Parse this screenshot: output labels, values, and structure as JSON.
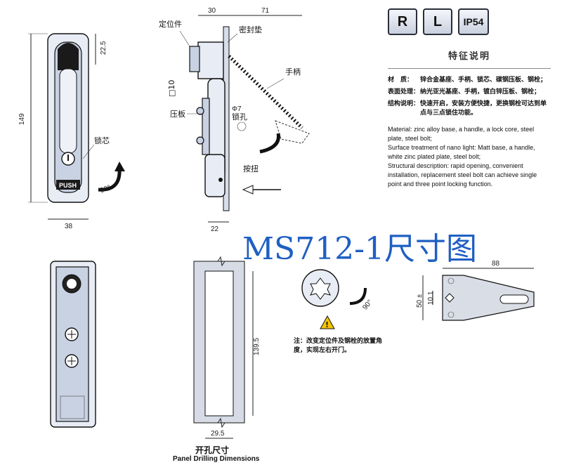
{
  "badges": {
    "r": "R",
    "l": "L",
    "ip": "IP54"
  },
  "features": {
    "title": "特征说明",
    "material_key": "材　质：",
    "material_val": "锌合金基座、手柄、锁芯、碳钢压板、钢栓；",
    "surface_key": "表面处理：",
    "surface_val": "纳光亚光基座、手柄，镀白锌压板、钢栓；",
    "structure_key": "结构说明：",
    "structure_val": "快速开启，安装方便快捷，更换钢栓可达到单点与三点锁住功能。",
    "en_material": "Material: zinc alloy base, a handle, a lock core, steel plate, steel bolt;",
    "en_surface": "Surface treatment of nano light: Matt base, a handle, white zinc plated plate, steel bolt;",
    "en_structure": "Structural description: rapid opening, convenient installation, replacement steel bolt can achieve single point and three point locking function."
  },
  "title": "MS712-1尺寸图",
  "labels": {
    "positioner": "定位件",
    "seal": "密封垫",
    "handle": "手柄",
    "square": "□10",
    "pressure_plate": "压板",
    "hole": "Φ7",
    "hole_cn": "锁孔",
    "lock_core": "锁芯",
    "button": "按扭",
    "push": "PUSH",
    "angle1": "90°",
    "angle2": "90°"
  },
  "dims": {
    "d30": "30",
    "d71": "71",
    "d22_5": "22.5",
    "d149": "149",
    "d38": "38",
    "d22": "22",
    "d139_5": "139.5",
    "d29_5": "29.5",
    "d88": "88",
    "d50": "50 ±",
    "d10_1": "10.1"
  },
  "note": "注：改变定位件及钢栓的放置角度，实现左右开门。",
  "caption": {
    "cn": "开孔尺寸",
    "en": "Panel Drilling Dimensions"
  }
}
